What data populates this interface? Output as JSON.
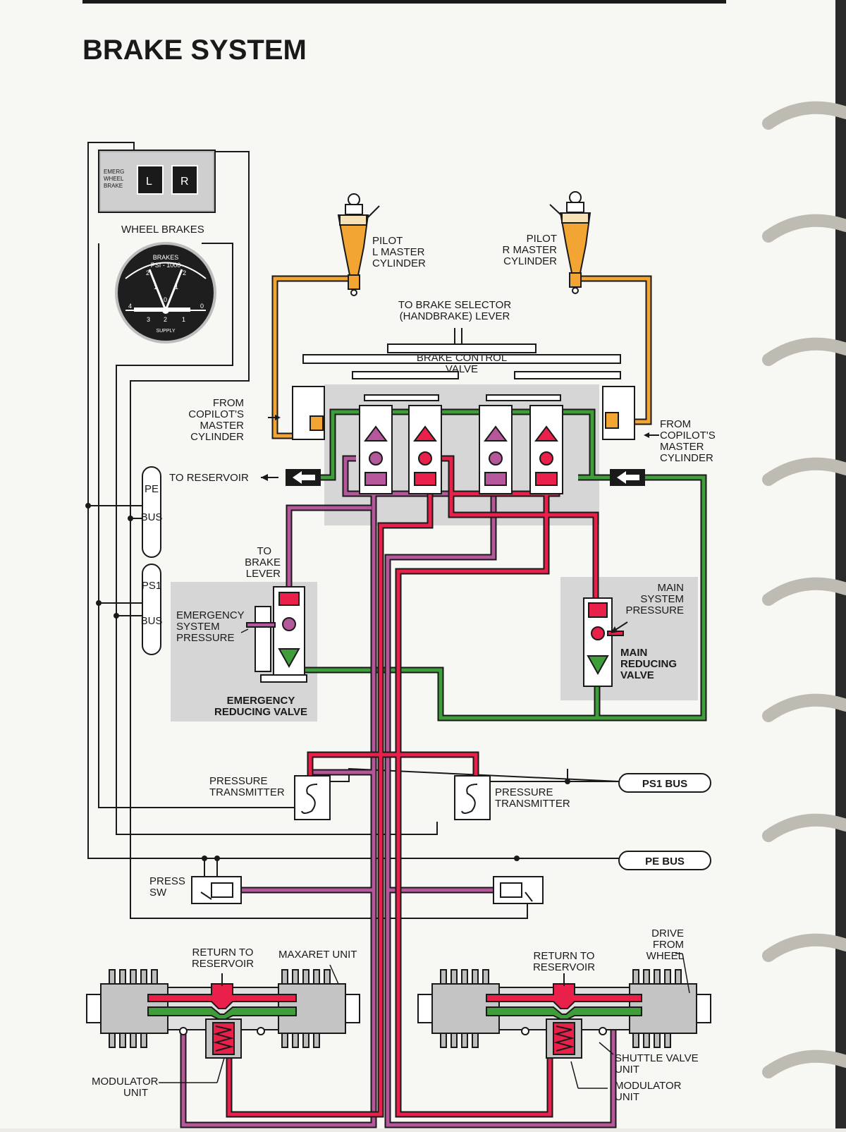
{
  "title": "BRAKE SYSTEM",
  "colors": {
    "paper": "#f7f7f4",
    "pressure_red": "#e8204a",
    "supply_green": "#3f9e3a",
    "emergency_purple": "#b6579b",
    "pilot_orange": "#f2a532",
    "shade_gray": "#d6d6d6",
    "wire": "#1a1a1a"
  },
  "panel": {
    "emerg_label": [
      "EMERG",
      "WHEEL",
      "BRAKE"
    ],
    "left_btn": "L",
    "right_btn": "R",
    "caption": "WHEEL BRAKES"
  },
  "gauge": {
    "title": "BRAKES",
    "subtitle": "PSI - 1000",
    "supply": "SUPPLY",
    "ticks_upper": [
      "2",
      "1",
      "0",
      "1",
      "2"
    ],
    "ticks_lower": [
      "4",
      "3",
      "2",
      "1",
      "0"
    ]
  },
  "labels": {
    "pilot_l": [
      "PILOT",
      "L MASTER",
      "CYLINDER"
    ],
    "pilot_r": [
      "PILOT",
      "R MASTER",
      "CYLINDER"
    ],
    "to_selector": [
      "TO BRAKE SELECTOR",
      "(HANDBRAKE) LEVER"
    ],
    "brake_control": [
      "BRAKE CONTROL",
      "VALVE"
    ],
    "from_copilot_left": [
      "FROM",
      "COPILOT'S",
      "MASTER",
      "CYLINDER"
    ],
    "from_copilot_right": [
      "FROM",
      "COPILOT'S",
      "MASTER",
      "CYLINDER"
    ],
    "to_reservoir": "TO RESERVOIR",
    "pe_bus_vertical": [
      "PE",
      "BUS"
    ],
    "ps1_bus_vertical": [
      "PS1",
      "BUS"
    ],
    "to_brake_lever": [
      "TO",
      "BRAKE",
      "LEVER"
    ],
    "emergency_system_pressure": [
      "EMERGENCY",
      "SYSTEM",
      "PRESSURE"
    ],
    "emergency_reducing_valve": [
      "EMERGENCY",
      "REDUCING VALVE"
    ],
    "main_system_pressure": [
      "MAIN",
      "SYSTEM",
      "PRESSURE"
    ],
    "main_reducing_valve": [
      "MAIN",
      "REDUCING",
      "VALVE"
    ],
    "pressure_transmitter_left": [
      "PRESSURE",
      "TRANSMITTER"
    ],
    "pressure_transmitter_right": [
      "PRESSURE",
      "TRANSMITTER"
    ],
    "ps1_bus": "PS1 BUS",
    "pe_bus": "PE BUS",
    "press_sw": [
      "PRESS",
      "SW"
    ],
    "return_left": [
      "RETURN TO",
      "RESERVOIR"
    ],
    "maxaret": "MAXARET UNIT",
    "return_right": [
      "RETURN TO",
      "RESERVOIR"
    ],
    "drive_from_wheel": [
      "DRIVE",
      "FROM",
      "WHEEL"
    ],
    "modulator_left": [
      "MODULATOR",
      "UNIT"
    ],
    "shuttle_valve": [
      "SHUTTLE VALVE",
      "UNIT"
    ],
    "modulator_right": [
      "MODULATOR",
      "UNIT"
    ]
  }
}
